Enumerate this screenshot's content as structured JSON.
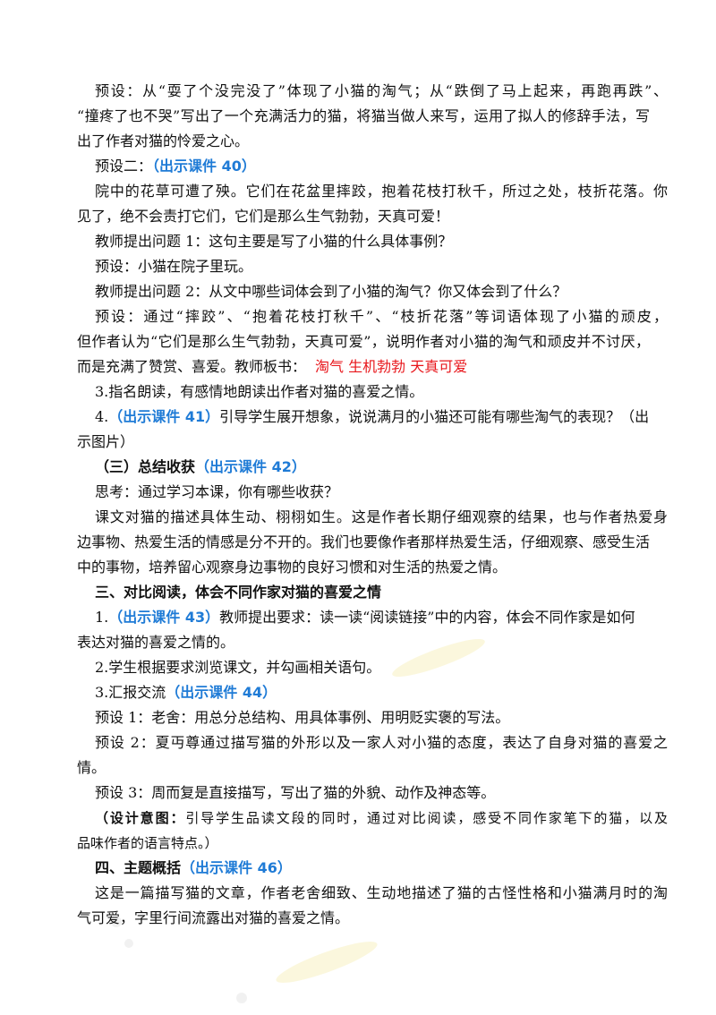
{
  "lines": [
    [
      "预设：从“耍了个没完没了”体现了小猫的淘气；从“跌倒了马上起来，再跑再跌”、"
    ],
    [
      "“撞疼了也不哭”写出了一个充满活力的猫，将猫当做人来写，运用了拟人的修辞手法，写"
    ],
    [
      "出了作者对猫的怜爱之心。"
    ],
    [
      "预设二：",
      "（出示课件 40）"
    ],
    [
      "院中的花草可遭了殃。它们在花盆里摔跤，抱着花枝打秋千，所过之处，枝折花落。你"
    ],
    [
      "见了，绝不会责打它们，它们是那么生气勃勃，天真可爱！"
    ],
    [
      "教师提出问题 1：这句主要是写了小猫的什么具体事例？"
    ],
    [
      "预设：小猫在院子里玩。"
    ],
    [
      "教师提出问题 2：从文中哪些词体会到了小猫的淘气？你又体会到了什么？"
    ],
    [
      "预设：通过“摔跤”、“抱着花枝打秋千”、“枝折花落”等词语体现了小猫的顽皮，"
    ],
    [
      "但作者认为“它们是那么生气勃勃，天真可爱”，说明作者对小猫的淘气和顽皮并不讨厌，"
    ],
    [
      "而是充满了赞赏、喜爱。教师板书：",
      "淘气  生机勃勃 天真可爱"
    ],
    [
      "3.指名朗读，有感情地朗读出作者对猫的喜爱之情。"
    ],
    [
      "4.",
      "（出示课件 41）",
      "引导学生展开想象，说说满月的小猫还可能有哪些淘气的表现？（出"
    ],
    [
      "示图片）"
    ],
    [
      "（三）总结收获",
      "（出示课件 42）"
    ],
    [
      "思考：通过学习本课，你有哪些收获？"
    ],
    [
      "课文对猫的描述具体生动、栩栩如生。这是作者长期仔细观察的结果，也与作者热爱身"
    ],
    [
      "边事物、热爱生活的情感是分不开的。我们也要像作者那样热爱生活，仔细观察、感受生活"
    ],
    [
      "中的事物，培养留心观察身边事物的良好习惯和对生活的热爱之情。"
    ],
    [
      "三、对比阅读，体会不同作家对猫的喜爱之情"
    ],
    [
      "1.",
      "（出示课件 43）",
      "教师提出要求：读一读“阅读链接”中的内容，体会不同作家是如何"
    ],
    [
      "表达对猫的喜爱之情的。"
    ],
    [
      "2.学生根据要求浏览课文，并勾画相关语句。"
    ],
    [
      "3.汇报交流",
      "（出示课件 44）"
    ],
    [
      "预设 1：老舍：用总分总结构、用具体事例、用明贬实褒的写法。"
    ],
    [
      "预设 2：夏丏尊通过描写猫的外形以及一家人对小猫的态度，表达了自身对猫的喜爱之"
    ],
    [
      "情。"
    ],
    [
      "预设 3：周而复是直接描写，写出了猫的外貌、动作及神态等。"
    ],
    [
      "（设计意图：",
      "引导学生品读文段的同时，通过对比阅读，感受不同作家笔下的猫，以及"
    ],
    [
      "品味作者的语言特点。）"
    ],
    [
      "四、主题概括",
      "（出示课件 46）"
    ],
    [
      "这是一篇描写猫的文章，作者老舍细致、生动地描述了猫的古怪性格和小猫满月时的淘"
    ],
    [
      "气可爱，字里行间流露出对猫的喜爱之情。"
    ]
  ],
  "colors": {
    "blue": "#1f7bd6",
    "red": "#e8161b",
    "text": "#111111"
  }
}
